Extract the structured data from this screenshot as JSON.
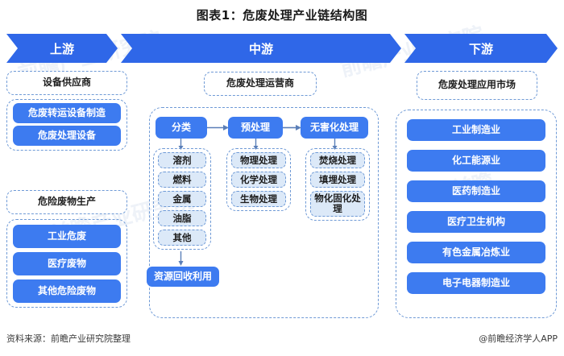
{
  "title": "图表1：危废处理产业链结构图",
  "banner": {
    "upstream": "上游",
    "midstream": "中游",
    "downstream": "下游"
  },
  "upstream": {
    "header_supplier": "设备供应商",
    "supplier_items": [
      "危废转运设备制造",
      "危废处理设备"
    ],
    "header_generator": "危险废物生产",
    "generator_items": [
      "工业危废",
      "医疗废物",
      "其他危险废物"
    ]
  },
  "midstream": {
    "header": "危废处理运营商",
    "stages": [
      {
        "label": "分类",
        "items": [
          "溶剂",
          "燃料",
          "金属",
          "油脂",
          "其他"
        ]
      },
      {
        "label": "预处理",
        "items": [
          "物理处理",
          "化学处理",
          "生物处理"
        ]
      },
      {
        "label": "无害化处理",
        "items": [
          "焚烧处理",
          "填埋处理",
          "物化固化处理"
        ]
      }
    ],
    "recycle": "资源回收利用"
  },
  "downstream": {
    "header": "危废处理应用市场",
    "items": [
      "工业制造业",
      "化工能源业",
      "医药制造业",
      "医疗卫生机构",
      "有色金属冶炼业",
      "电子电器制造业"
    ]
  },
  "footer": {
    "source": "资料来源：前瞻产业研究院整理",
    "brand": "@前瞻经济学人APP"
  },
  "colors": {
    "banner_blue": "#2f67e8",
    "box_blue": "#3d7bf0",
    "light_blue": "#dce9f8",
    "dash_border": "#6f9ad6"
  }
}
